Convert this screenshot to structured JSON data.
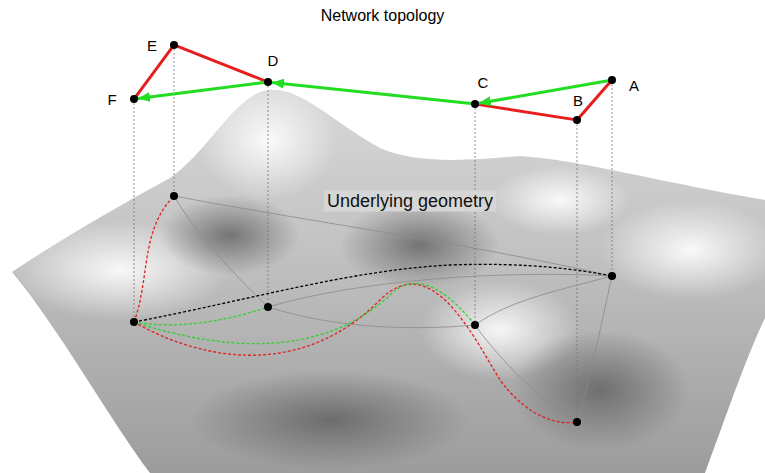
{
  "diagram": {
    "title": "Network topology",
    "nodes": [
      {
        "text": [
          "A"
        ]
      },
      {
        "text": [
          "B"
        ]
      },
      {
        "text": [
          "C"
        ]
      },
      {
        "text": [
          "D"
        ]
      },
      {
        "text": [
          "E"
        ]
      },
      {
        "text": [
          "F"
        ]
      }
    ],
    "edges": [
      {
        "from": 0,
        "to": 1,
        "arrow": "none"
      },
      {
        "from": 1,
        "to": 2,
        "arrow": "none"
      },
      {
        "from": 0,
        "to": 2,
        "arrow": "to"
      },
      {
        "from": 2,
        "to": 3,
        "arrow": "to"
      },
      {
        "from": 3,
        "to": 4,
        "arrow": "none"
      },
      {
        "from": 4,
        "to": 5,
        "arrow": "none"
      },
      {
        "from": 3,
        "to": 5,
        "arrow": "to"
      }
    ],
    "labels": [
      "Underlying geometry"
    ]
  }
}
